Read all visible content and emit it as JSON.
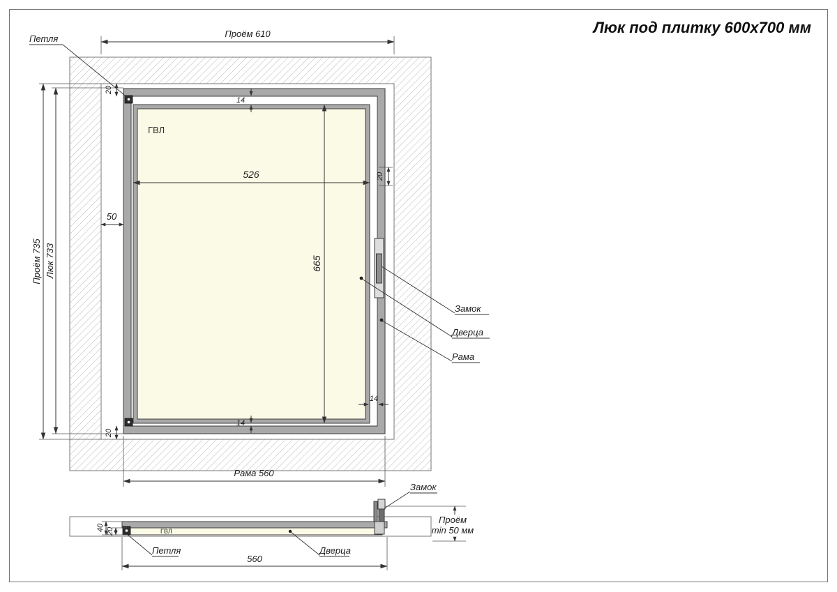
{
  "title": "Люк под плитку 600х700 мм",
  "colors": {
    "frame_gray": "#a9a9a9",
    "panel_ivory": "#fbfae6",
    "line_dark": "#333333",
    "hatch_gray": "#b9b9b9"
  },
  "front": {
    "label_hinge": "Петля",
    "label_lock": "Замок",
    "label_door": "Дверца",
    "label_frame": "Рама",
    "label_gvl": "ГВЛ",
    "dim_opening_width": "Проём 610",
    "dim_opening_height": "Проём 735",
    "dim_hatch_height": "Люк 733",
    "dim_gap_left": "50",
    "dim_offset_top": "20",
    "dim_offset_bottom": "20",
    "dim_offset_right": "20",
    "dim_gap_top": "14",
    "dim_gap_bottom": "14",
    "dim_gap_right": "14",
    "dim_door_width": "526",
    "dim_door_height": "665",
    "dim_frame_width": "Рама 560"
  },
  "section": {
    "label_lock": "Замок",
    "label_hinge": "Петля",
    "label_door": "Дверца",
    "label_gvl": "ГВЛ",
    "dim_frame_width": "560",
    "dim_depth_door": "40",
    "dim_depth_gvl": "20",
    "dim_opening_depth_line1": "Проём",
    "dim_opening_depth_line2": "min 50 мм"
  }
}
